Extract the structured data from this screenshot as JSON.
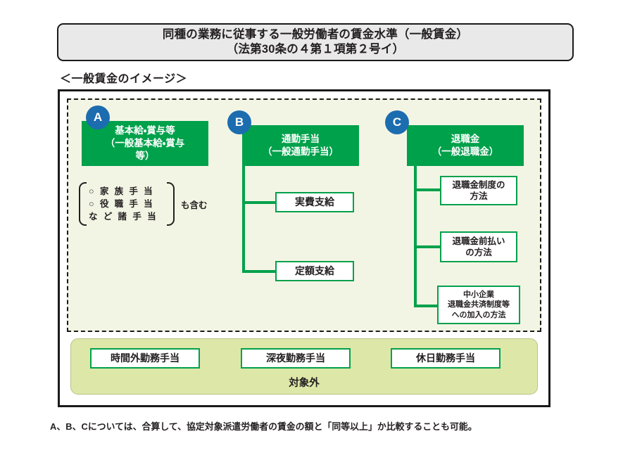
{
  "title": {
    "line1": "同種の業務に従事する一般労働者の賃金水準（一般賃金）",
    "line2": "（法第30条の４第１項第２号イ）"
  },
  "section_caption": "＜一般賃金のイメージ＞",
  "colors": {
    "green": "#00a14b",
    "badge_blue": "#1c6cb0",
    "scope_background": "#f3f5e4",
    "excluded_background": "#dde8a8",
    "banner_background": "#e9e9e9",
    "outline": "#1a1a1a"
  },
  "categories": [
    {
      "badge": "A",
      "title_line1": "基本給・賞与等",
      "title_line2": "（一般基本給・賞与",
      "title_line3": "等）",
      "children": []
    },
    {
      "badge": "B",
      "title_line1": "通勤手当",
      "title_line2": "（一般通勤手当）",
      "children": [
        {
          "label": "実費支給"
        },
        {
          "label": "定額支給"
        }
      ]
    },
    {
      "badge": "C",
      "title_line1": "退職金",
      "title_line2": "（一般退職金）",
      "children": [
        {
          "label_line1": "退職金制度の",
          "label_line2": "方法"
        },
        {
          "label_line1": "退職金前払い",
          "label_line2": "の方法"
        },
        {
          "label_line1": "中小企業",
          "label_line2": "退職金共済制度等",
          "label_line3": "への加入の方法"
        }
      ]
    }
  ],
  "allowances": {
    "items": [
      "○ 家 族 手 当",
      "○ 役 職 手 当",
      "な ど 諸 手 当"
    ],
    "suffix": "も含む"
  },
  "excluded": {
    "items": [
      "時間外勤務手当",
      "深夜勤務手当",
      "休日勤務手当"
    ],
    "label": "対象外"
  },
  "footnote": "A、B、Cについては、合算して、協定対象派遣労働者の賃金の額と「同等以上」か比較することも可能。"
}
